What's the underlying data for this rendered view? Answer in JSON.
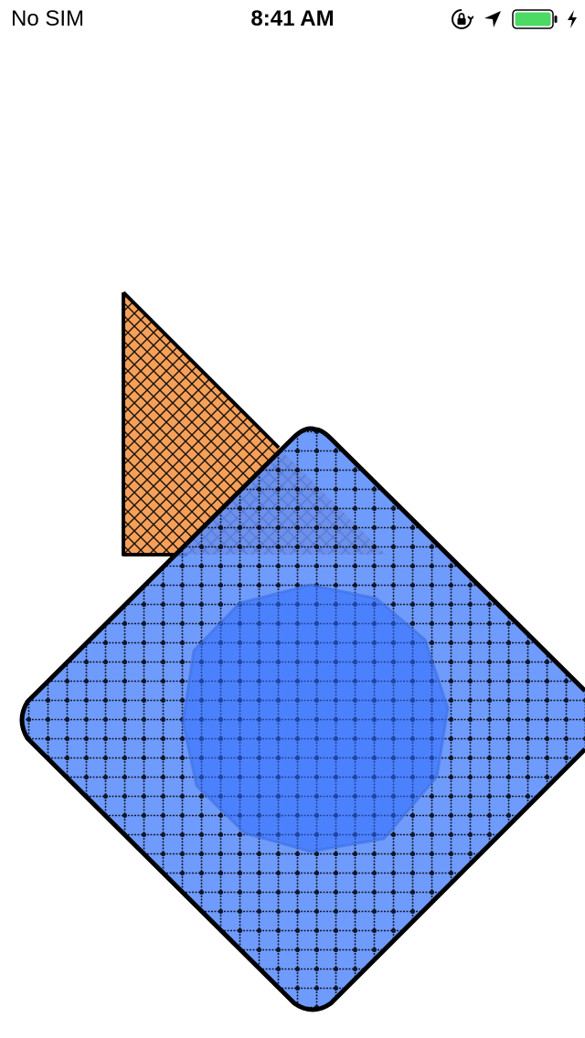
{
  "status_bar": {
    "carrier": "No SIM",
    "time": "8:41 AM",
    "icons": [
      "orientation-lock-icon",
      "location-arrow-icon",
      "battery-icon",
      "charging-bolt-icon"
    ],
    "battery_color": "#4cd964"
  },
  "canvas": {
    "shapes": [
      {
        "name": "triangle",
        "fill": "#f5a05a",
        "pattern": "diagonal-crosshatch",
        "stroke": "#000000"
      },
      {
        "name": "rounded-diamond",
        "fill": "#5b8dfd",
        "pattern": "dotted-grid",
        "stroke": "#000000"
      },
      {
        "name": "polygon-circle",
        "fill": "#2f6cff",
        "pattern": "dotted-grid"
      }
    ]
  }
}
